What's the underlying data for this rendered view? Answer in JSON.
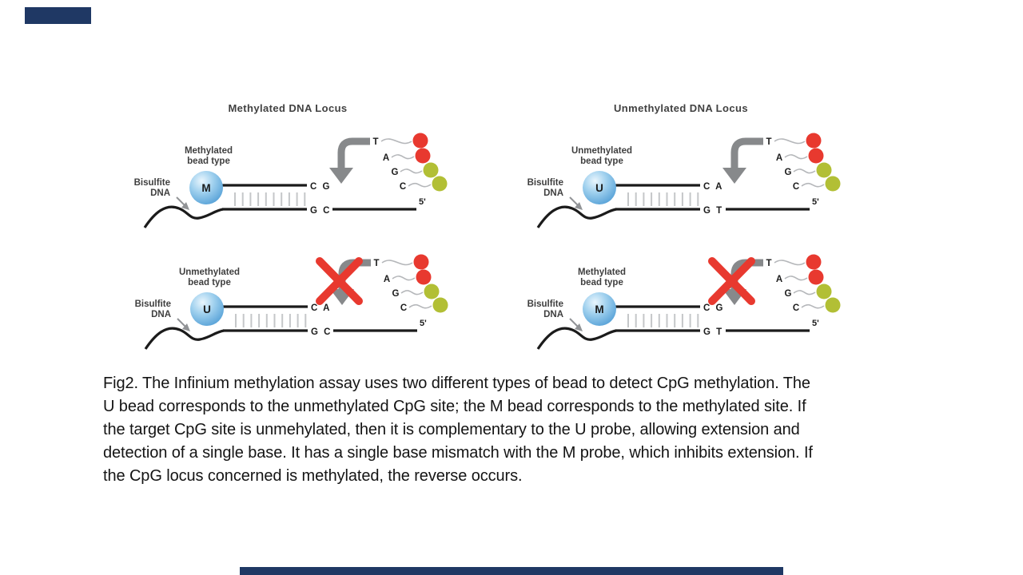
{
  "slide": {
    "background": "#ffffff",
    "accent_color": "#1f3864"
  },
  "figure": {
    "colors": {
      "strand": "#1b1b1b",
      "arrow_gray": "#87898b",
      "blocked_x_red": "#e8392f",
      "tick_gray": "#c5c7c9",
      "pointer_gray": "#919396",
      "tail_gray": "#b5b7ba",
      "bead_edge_blue": "#539fd6",
      "bead_mid_blue": "#9fd0ee",
      "bead_highlight": "#eaf6fd"
    },
    "nucleotide_pool": [
      {
        "base": "T",
        "dye_color": "#e8392f"
      },
      {
        "base": "A",
        "dye_color": "#e8392f"
      },
      {
        "base": "G",
        "dye_color": "#b2bf35"
      },
      {
        "base": "C",
        "dye_color": "#b2bf35"
      }
    ],
    "panels": [
      {
        "id": "methylated-locus-match",
        "title": "Methylated DNA Locus",
        "bead_label_line1": "Methylated",
        "bead_label_line2": "bead type",
        "bead_letter": "M",
        "side_label_line1": "Bisulfite",
        "side_label_line2": "DNA",
        "probe_end_bases": "C G",
        "template_end_bases": "G C",
        "five_prime": "5'",
        "blocked": false
      },
      {
        "id": "unmethylated-locus-match",
        "title": "Unmethylated DNA Locus",
        "bead_label_line1": "Unmethylated",
        "bead_label_line2": "bead type",
        "bead_letter": "U",
        "side_label_line1": "Bisulfite",
        "side_label_line2": "DNA",
        "probe_end_bases": "C A",
        "template_end_bases": "G T",
        "five_prime": "5'",
        "blocked": false
      },
      {
        "id": "methylated-locus-mismatch",
        "title": "",
        "bead_label_line1": "Unmethylated",
        "bead_label_line2": "bead type",
        "bead_letter": "U",
        "side_label_line1": "Bisulfite",
        "side_label_line2": "DNA",
        "probe_end_bases": "C A",
        "template_end_bases": "G C",
        "five_prime": "5'",
        "blocked": true
      },
      {
        "id": "unmethylated-locus-mismatch",
        "title": "",
        "bead_label_line1": "Methylated",
        "bead_label_line2": "bead type",
        "bead_letter": "M",
        "side_label_line1": "Bisulfite",
        "side_label_line2": "DNA",
        "probe_end_bases": "C G",
        "template_end_bases": "G T",
        "five_prime": "5'",
        "blocked": true
      }
    ]
  },
  "caption": {
    "lines": [
      "Fig2. The Infinium methylation assay uses two different types of bead to detect CpG methylation. The",
      "U bead corresponds to the unmethylated CpG site; the M bead corresponds to the methylated site. If",
      "the target CpG site is unmehylated, then it is complementary to the U probe, allowing extension and",
      "detection of a single base. It has a single base mismatch with the M probe, which inhibits extension. If",
      "the CpG locus concerned is methylated, the reverse occurs."
    ]
  }
}
